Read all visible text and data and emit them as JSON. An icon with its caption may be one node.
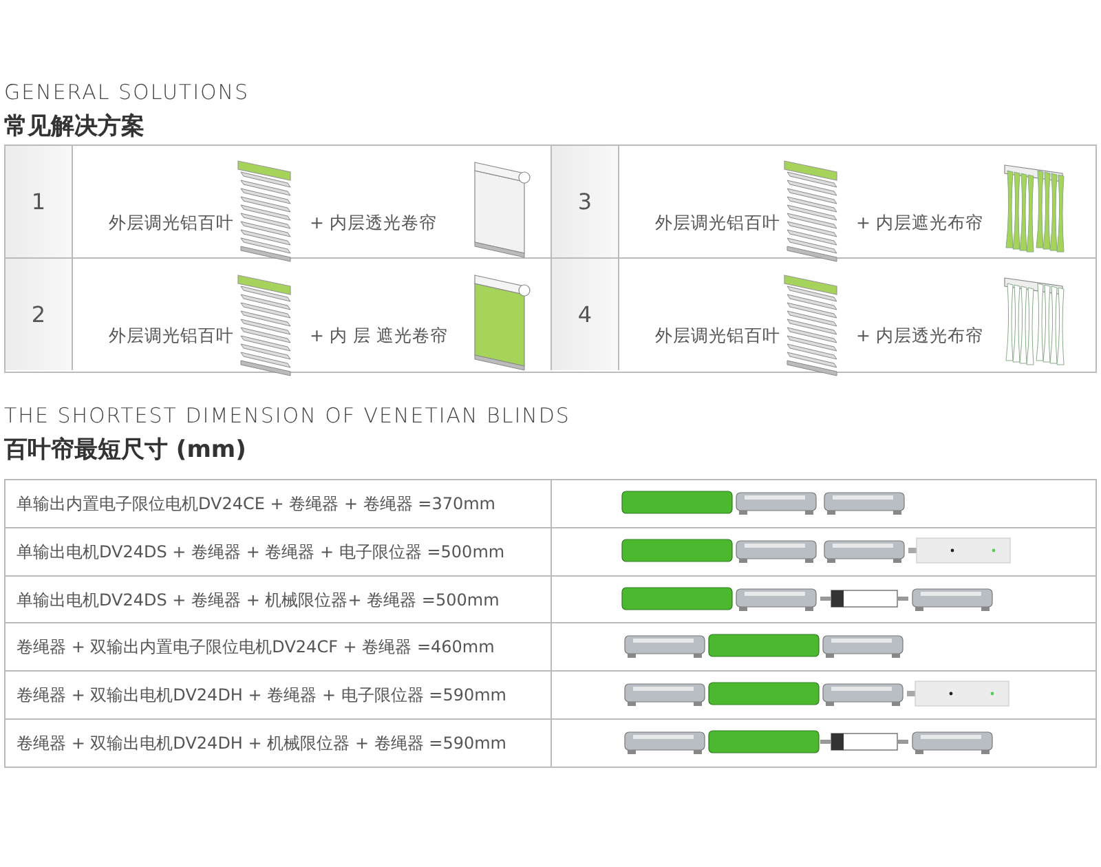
{
  "diagram": {
    "labels": [
      "GENERAL SOLUTIONS",
      "常见解决方案",
      "1",
      "外层调光铝百叶",
      "+ 内层透光卷帘",
      "3",
      "外层调光铝百叶",
      "+ 内层遮光布帘",
      "2",
      "外层调光铝百叶",
      "+ 内 层 遮光卷帘",
      "4",
      "外层调光铝百叶",
      "+ 内层透光布帘",
      "THE SHORTEST DIMENSION OF VENETIAN BLINDS",
      "百叶帘最短尺寸 (mm)",
      "单输出内置电子限位电机DV24CE + 卷绳器 + 卷绳器 =370mm",
      "单输出电机DV24DS + 卷绳器 + 卷绳器 + 电子限位器 =500mm",
      "单输出电机DV24DS + 卷绳器 + 机械限位器+ 卷绳器 =500mm",
      "卷绳器 + 双输出内置电子限位电机DV24CF + 卷绳器 =460mm",
      "卷绳器 + 双输出电机DV24DH + 卷绳器 + 电子限位器 =590mm",
      "卷绳器 + 双输出电机DV24DH + 机械限位器 + 卷绳器 =590mm"
    ]
  }
}
